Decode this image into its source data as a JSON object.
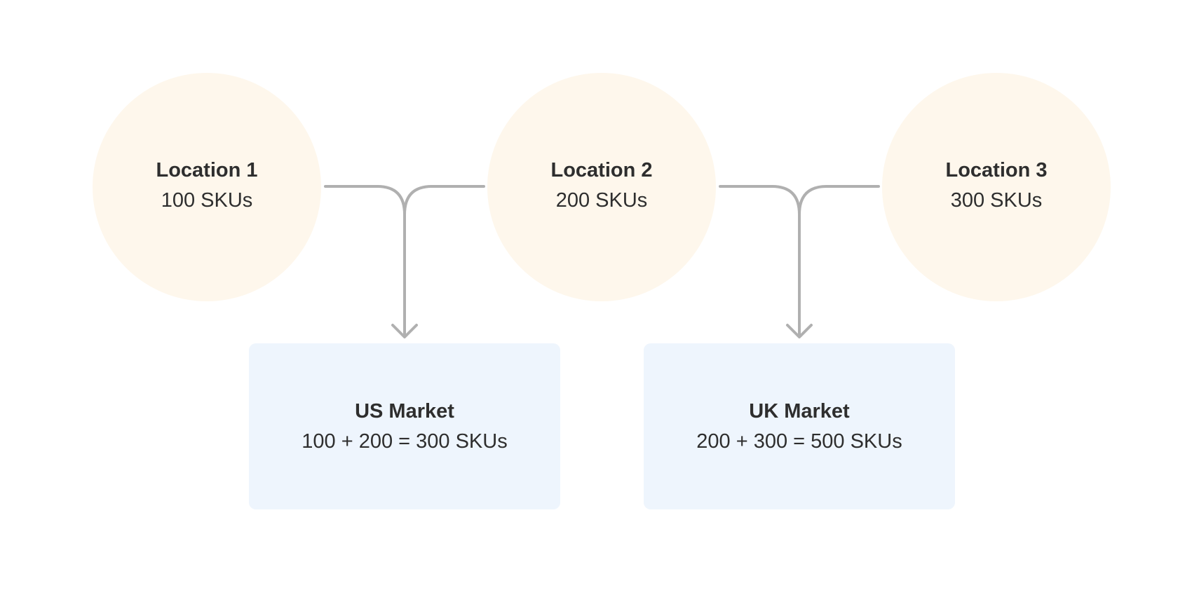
{
  "colors": {
    "location_fill": "#fef7ec",
    "market_fill": "#eef5fd",
    "connector": "#b0b0b0",
    "text": "#2e2e2e"
  },
  "locations": [
    {
      "name": "Location 1",
      "count": "100 SKUs"
    },
    {
      "name": "Location 2",
      "count": "200 SKUs"
    },
    {
      "name": "Location 3",
      "count": "300 SKUs"
    }
  ],
  "markets": [
    {
      "name": "US Market",
      "formula": "100 + 200 = 300 SKUs"
    },
    {
      "name": "UK Market",
      "formula": "200 + 300 = 500 SKUs"
    }
  ]
}
